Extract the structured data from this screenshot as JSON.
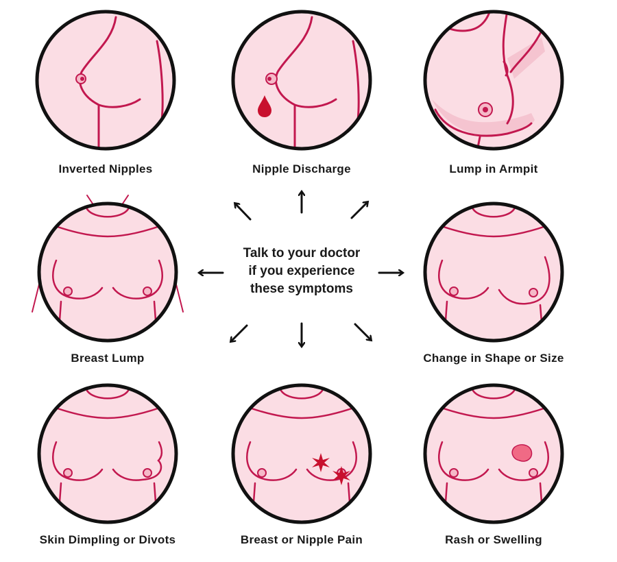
{
  "center_message": {
    "lines": [
      "Talk to your doctor",
      "if you experience",
      "these symptoms"
    ]
  },
  "symptoms": [
    {
      "label": "Inverted Nipples",
      "icon": "inverted-nipple-illustration"
    },
    {
      "label": "Nipple Discharge",
      "icon": "nipple-discharge-illustration"
    },
    {
      "label": "Lump in Armpit",
      "icon": "armpit-lump-illustration"
    },
    {
      "label": "Breast Lump",
      "icon": "breast-lump-illustration"
    },
    {
      "label": "Change in Shape or Size",
      "icon": "shape-change-illustration"
    },
    {
      "label": "Skin Dimpling or Divots",
      "icon": "skin-dimpling-illustration"
    },
    {
      "label": "Breast or Nipple Pain",
      "icon": "pain-illustration"
    },
    {
      "label": "Rash or Swelling",
      "icon": "rash-illustration"
    }
  ],
  "colors": {
    "skin": "#fbdde4",
    "skin_shadow": "#f5c4d0",
    "line": "#c2184f",
    "outline": "#111111",
    "accent": "#d0103f"
  }
}
